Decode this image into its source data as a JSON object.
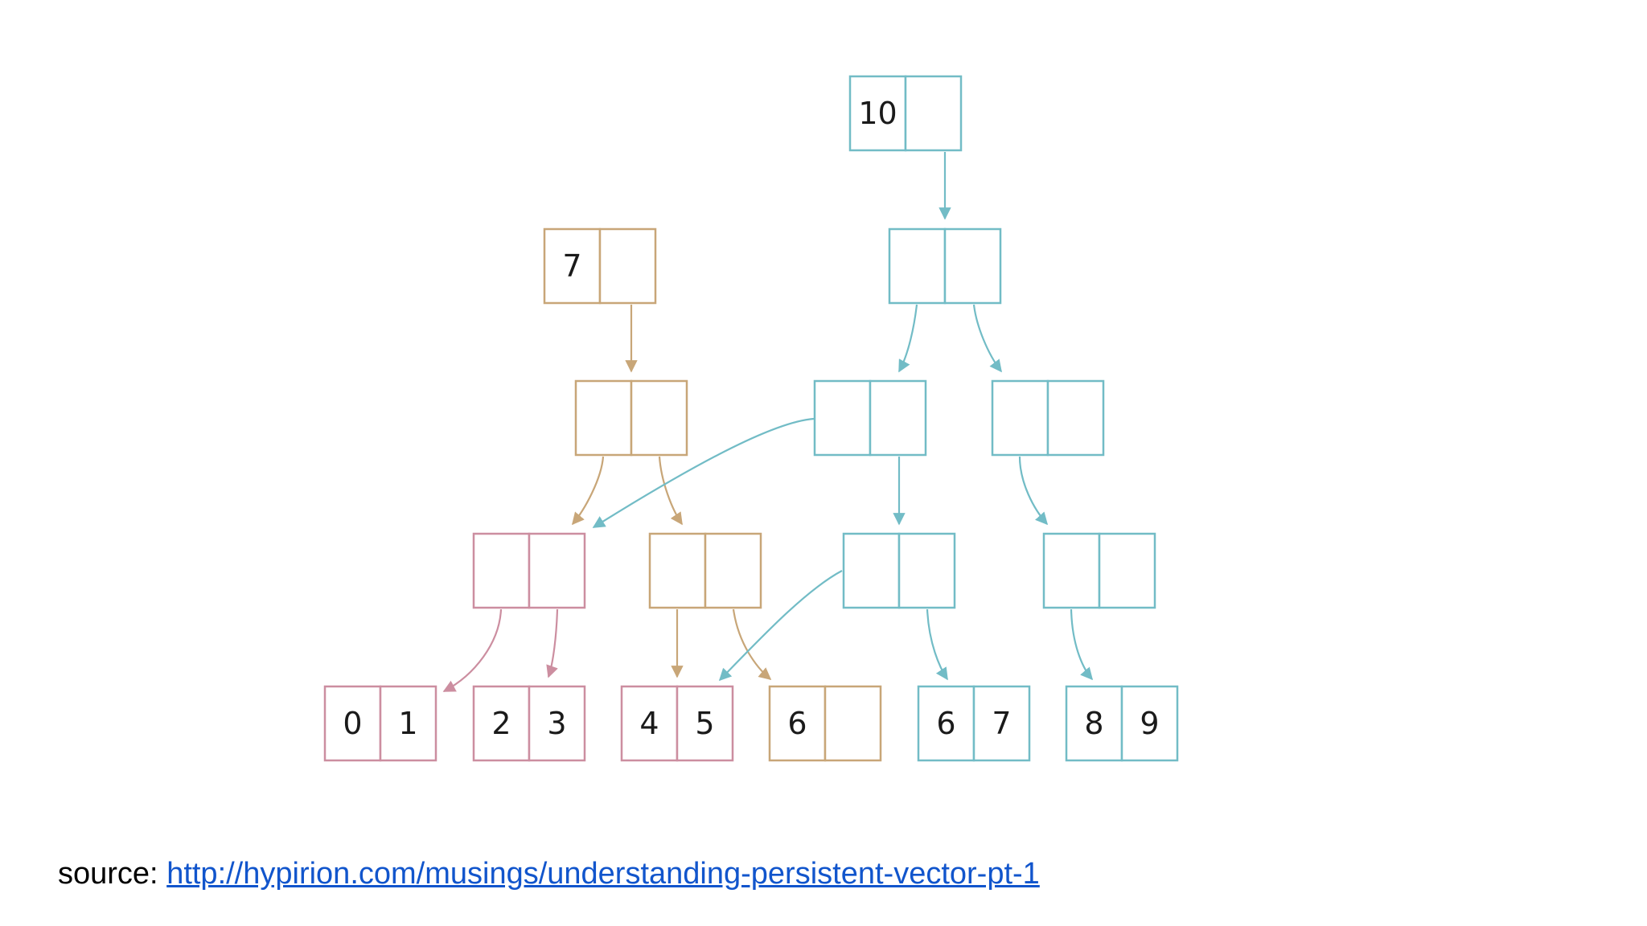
{
  "colors": {
    "pink": "#cc8ea0",
    "tan": "#c8a678",
    "teal": "#72bcc6",
    "text": "#1a1a1a",
    "link": "#1155cc"
  },
  "nodes": {
    "root_new": {
      "cells": [
        "10",
        ""
      ],
      "color": "teal"
    },
    "root_old": {
      "cells": [
        "7",
        ""
      ],
      "color": "tan"
    },
    "teal_l1": {
      "cells": [
        "",
        ""
      ],
      "color": "teal"
    },
    "tan_l2": {
      "cells": [
        "",
        ""
      ],
      "color": "tan"
    },
    "teal_l2_left": {
      "cells": [
        "",
        ""
      ],
      "color": "teal"
    },
    "teal_l2_right": {
      "cells": [
        "",
        ""
      ],
      "color": "teal"
    },
    "pink_l3": {
      "cells": [
        "",
        ""
      ],
      "color": "pink"
    },
    "tan_l3": {
      "cells": [
        "",
        ""
      ],
      "color": "tan"
    },
    "teal_l3_mid": {
      "cells": [
        "",
        ""
      ],
      "color": "teal"
    },
    "teal_l3_right": {
      "cells": [
        "",
        ""
      ],
      "color": "teal"
    },
    "leaf_01": {
      "cells": [
        "0",
        "1"
      ],
      "color": "pink"
    },
    "leaf_23": {
      "cells": [
        "2",
        "3"
      ],
      "color": "pink"
    },
    "leaf_45": {
      "cells": [
        "4",
        "5"
      ],
      "color": "pink"
    },
    "leaf_6": {
      "cells": [
        "6",
        ""
      ],
      "color": "tan"
    },
    "leaf_67": {
      "cells": [
        "6",
        "7"
      ],
      "color": "teal"
    },
    "leaf_89": {
      "cells": [
        "8",
        "9"
      ],
      "color": "teal"
    }
  },
  "edges": [
    {
      "from": "root_new",
      "to": "teal_l1",
      "color": "teal"
    },
    {
      "from": "root_old",
      "to": "tan_l2",
      "color": "tan"
    },
    {
      "from": "teal_l1",
      "to": "teal_l2_left",
      "color": "teal"
    },
    {
      "from": "teal_l1",
      "to": "teal_l2_right",
      "color": "teal"
    },
    {
      "from": "tan_l2",
      "to": "pink_l3",
      "color": "tan"
    },
    {
      "from": "tan_l2",
      "to": "tan_l3",
      "color": "tan"
    },
    {
      "from": "teal_l2_left",
      "to": "pink_l3",
      "color": "teal"
    },
    {
      "from": "teal_l2_left",
      "to": "teal_l3_mid",
      "color": "teal"
    },
    {
      "from": "teal_l2_right",
      "to": "teal_l3_right",
      "color": "teal"
    },
    {
      "from": "pink_l3",
      "to": "leaf_01",
      "color": "pink"
    },
    {
      "from": "pink_l3",
      "to": "leaf_23",
      "color": "pink"
    },
    {
      "from": "tan_l3",
      "to": "leaf_45",
      "color": "tan"
    },
    {
      "from": "tan_l3",
      "to": "leaf_6",
      "color": "tan"
    },
    {
      "from": "teal_l3_mid",
      "to": "leaf_45",
      "color": "teal"
    },
    {
      "from": "teal_l3_mid",
      "to": "leaf_67",
      "color": "teal"
    },
    {
      "from": "teal_l3_right",
      "to": "leaf_89",
      "color": "teal"
    }
  ],
  "source": {
    "label": "source:",
    "link_text": "http://hypirion.com/musings/understanding-persistent-vector-pt-1"
  }
}
